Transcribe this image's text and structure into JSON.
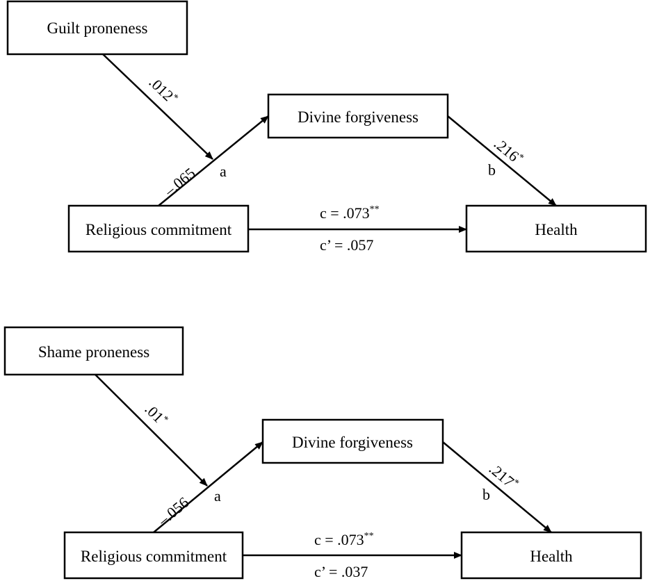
{
  "panels": [
    {
      "moderator": "Guilt proneness",
      "mediator": "Divine forgiveness",
      "predictor": "Religious commitment",
      "outcome": "Health",
      "moderation_coef": ".012",
      "moderation_sig": "*",
      "a_coef": "–.065",
      "a_label": "a",
      "b_coef": ".216",
      "b_sig": "*",
      "b_label": "b",
      "c_text": "c = .073",
      "c_sig": "**",
      "c_prime_text": "c’ = .057"
    },
    {
      "moderator": "Shame proneness",
      "mediator": "Divine forgiveness",
      "predictor": "Religious commitment",
      "outcome": "Health",
      "moderation_coef": ".01",
      "moderation_sig": "*",
      "a_coef": "–.056",
      "a_label": "a",
      "b_coef": ".217",
      "b_sig": "*",
      "b_label": "b",
      "c_text": "c = .073",
      "c_sig": "**",
      "c_prime_text": "c’ = .037"
    }
  ]
}
